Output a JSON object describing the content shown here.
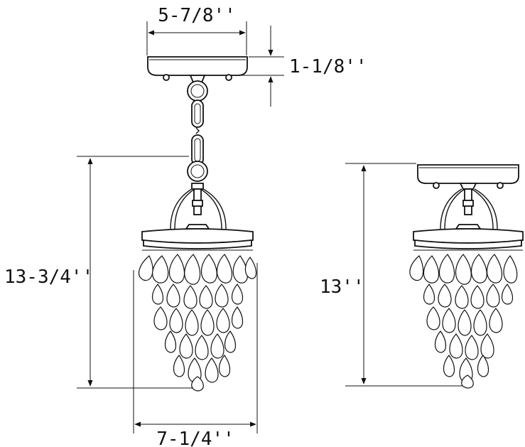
{
  "dimensions": {
    "canopy_width": "5-7/8''",
    "canopy_height": "1-1/8''",
    "pendant_height": "13-3/4''",
    "pendant_width": "7-1/4''",
    "flush_height": "13''"
  },
  "colors": {
    "line": "#111111",
    "background": "#ffffff"
  }
}
